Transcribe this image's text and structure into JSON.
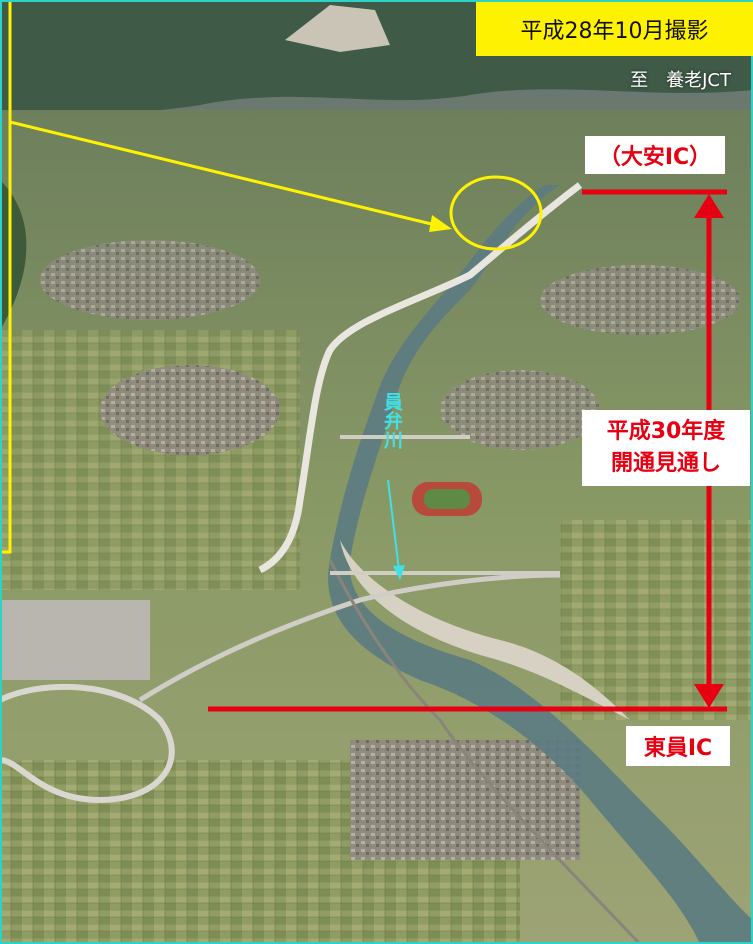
{
  "photo": {
    "date_caption": "平成28年10月撮影",
    "direction": "至　養老JCT",
    "river_name": "員弁川"
  },
  "labels": {
    "start_ic": "（大安IC）",
    "end_ic": "東員IC",
    "open_plan_line1": "平成30年度",
    "open_plan_line2": "開通見通し"
  },
  "colors": {
    "callout_yellow": "#fff200",
    "marker_red": "#e60012",
    "river_arrow_cyan": "#3fe0e6"
  }
}
